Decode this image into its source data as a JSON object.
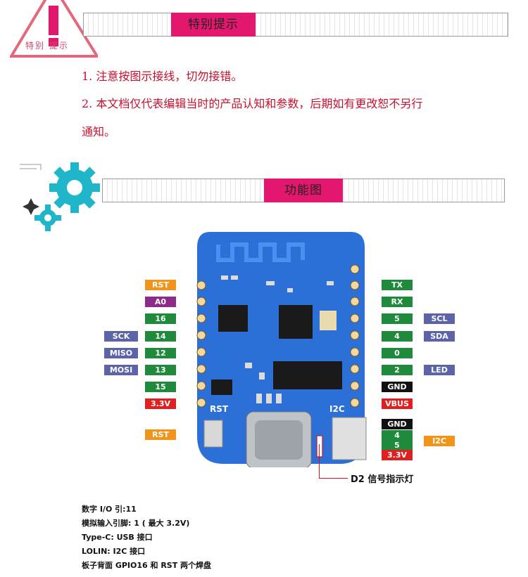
{
  "notice_section": {
    "badge_text": "特别 提示",
    "title": "特别提示",
    "lines": [
      "1. 注意按图示接线，切勿接错。",
      "2. 本文档仅代表编辑当时的产品认知和参数，后期如有更改恕不另行",
      "通知。"
    ]
  },
  "function_section": {
    "title": "功能图"
  },
  "board": {
    "silk_rst": "RST",
    "silk_i2c": "I2C",
    "left_pins": [
      "RST",
      "A0",
      "16",
      "14",
      "12",
      "13",
      "15",
      "3.3V"
    ],
    "left_alt": {
      "sck": "SCK",
      "miso": "MISO",
      "mosi": "MOSI"
    },
    "right_pins": [
      "TX",
      "RX",
      "5",
      "4",
      "0",
      "2",
      "GND",
      "VBUS"
    ],
    "right_alt": {
      "scl": "SCL",
      "sda": "SDA",
      "led": "LED"
    },
    "rst_button_label": "RST",
    "i2c_port_pins": [
      "GND",
      "4",
      "5",
      "3.3V"
    ],
    "i2c_port_label": "I2C",
    "led_callout": "D2 信号指示灯"
  },
  "specs": [
    "数字 I/O 引:11",
    "模拟输入引脚: 1 ( 最大 3.2V)",
    "Type-C: USB 接口",
    "LOLIN: I2C 接口",
    "板子背面 GPIO16 和 RST 两个焊盘"
  ],
  "colors": {
    "accent_red": "#c8102e",
    "banner_pink": "#e4176e",
    "green": "#1f8a3c",
    "orange": "#f0951a",
    "purple": "#8e2a8a",
    "slate": "#5d63a7",
    "red": "#e02020",
    "black": "#111111",
    "board_blue": "#2c6fd6"
  }
}
